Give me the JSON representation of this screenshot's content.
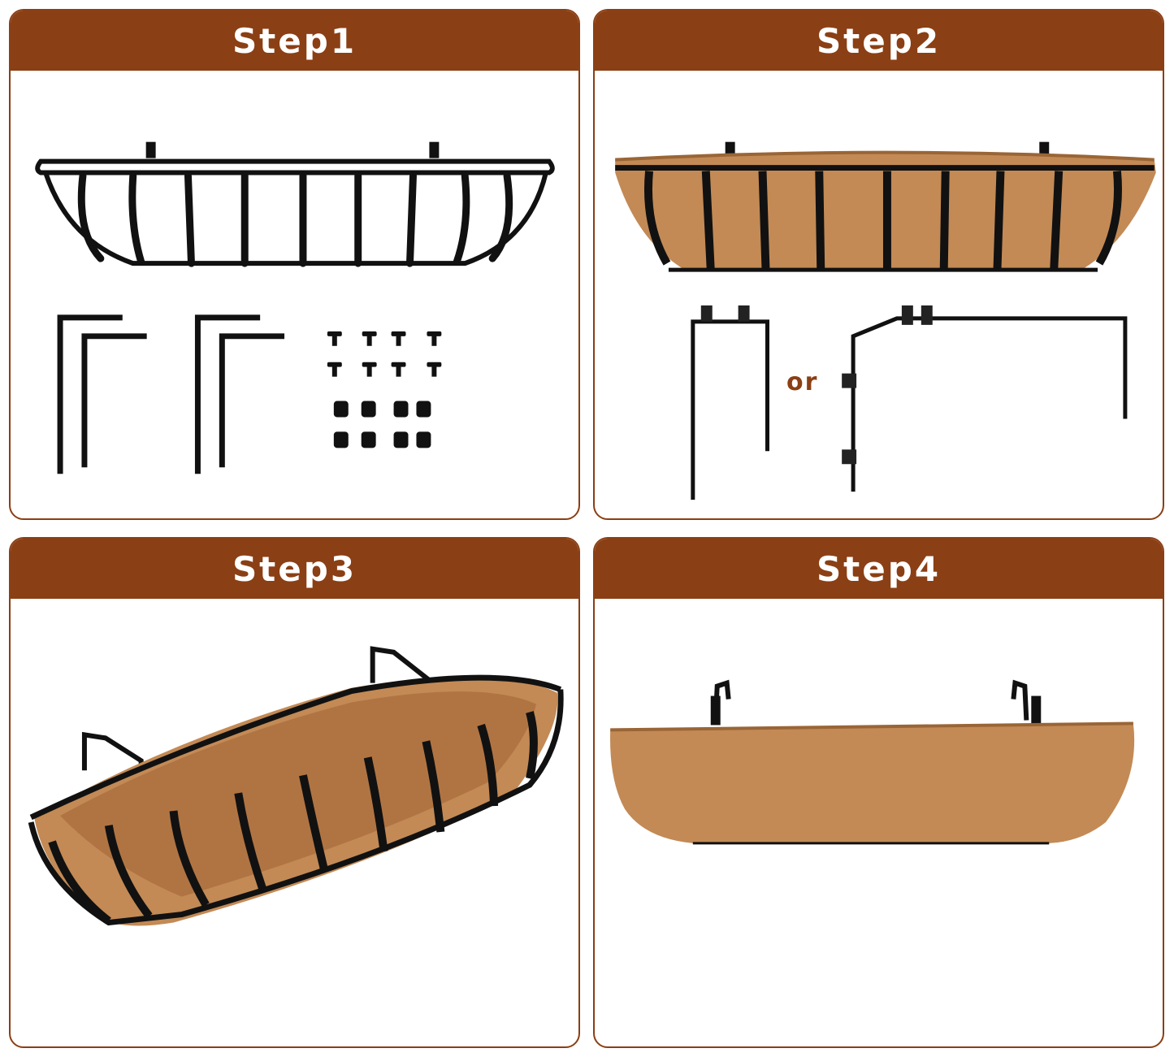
{
  "colors": {
    "header": "#8b3f14",
    "metal": "#111111",
    "coir": "#c38a55",
    "coir_dark": "#9a6536"
  },
  "steps": [
    {
      "title": "Step1",
      "icons": [
        "hanging-basket-frame-icon",
        "l-bracket-icon",
        "screw-icon",
        "spacer-icon"
      ]
    },
    {
      "title": "Step2",
      "icons": [
        "lined-basket-icon",
        "u-hook-icon",
        "adjustable-bracket-icon"
      ],
      "or_label": "or"
    },
    {
      "title": "Step3",
      "icons": [
        "basket-with-brackets-icon"
      ]
    },
    {
      "title": "Step4",
      "icons": [
        "planter-side-view-icon"
      ]
    }
  ]
}
